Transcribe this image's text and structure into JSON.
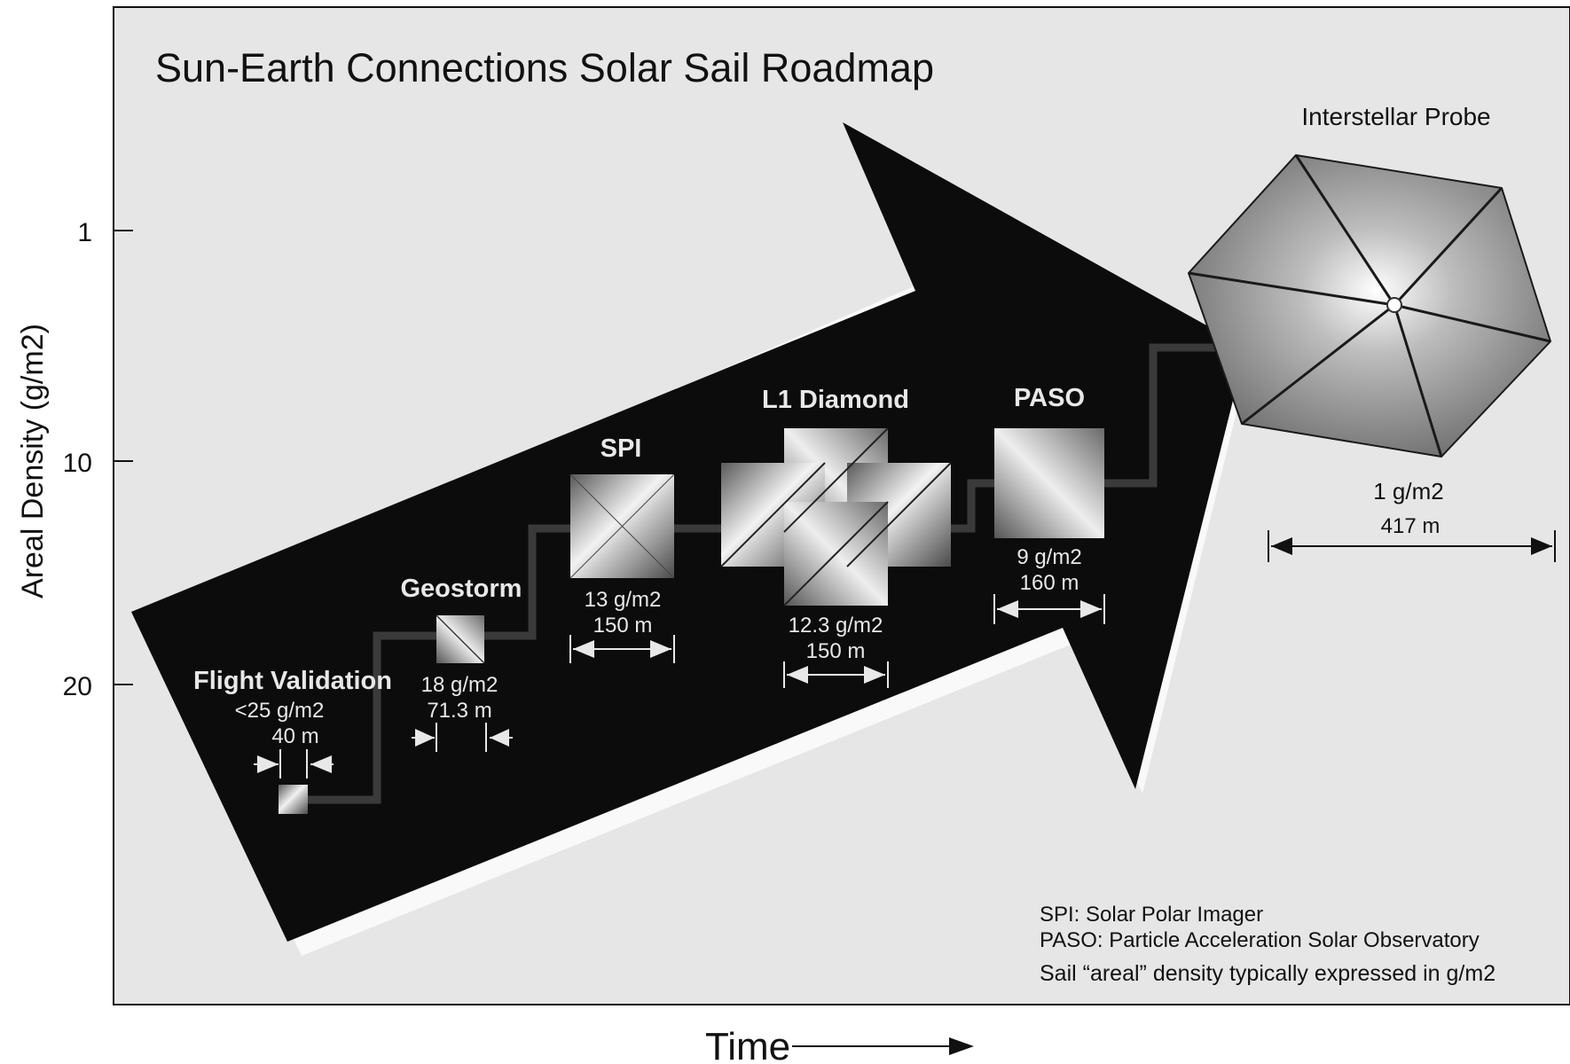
{
  "title": "Sun-Earth Connections Solar Sail Roadmap",
  "y_axis": {
    "label": "Areal Density (g/m2)",
    "ticks": [
      "1",
      "10",
      "20"
    ]
  },
  "x_axis": {
    "label": "Time"
  },
  "missions": [
    {
      "name": "Flight Validation",
      "density": "<25 g/m2",
      "size": "40 m"
    },
    {
      "name": "Geostorm",
      "density": "18 g/m2",
      "size": "71.3 m"
    },
    {
      "name": "SPI",
      "density": "13 g/m2",
      "size": "150 m"
    },
    {
      "name": "L1 Diamond",
      "density": "12.3 g/m2",
      "size": "150 m"
    },
    {
      "name": "PASO",
      "density": "9 g/m2",
      "size": "160 m"
    },
    {
      "name": "Interstellar Probe",
      "density": "1 g/m2",
      "size": "417 m"
    }
  ],
  "legend": {
    "line1": "SPI: Solar Polar Imager",
    "line2": "PASO: Particle Acceleration Solar Observatory",
    "line3": "Sail “areal” density typically expressed in g/m2"
  },
  "colors": {
    "background": "#e6e6e6",
    "arrow": "#0c0c0c",
    "path": "#3a3a3a",
    "text_light": "#e8e8e8",
    "text_dark": "#111111"
  }
}
